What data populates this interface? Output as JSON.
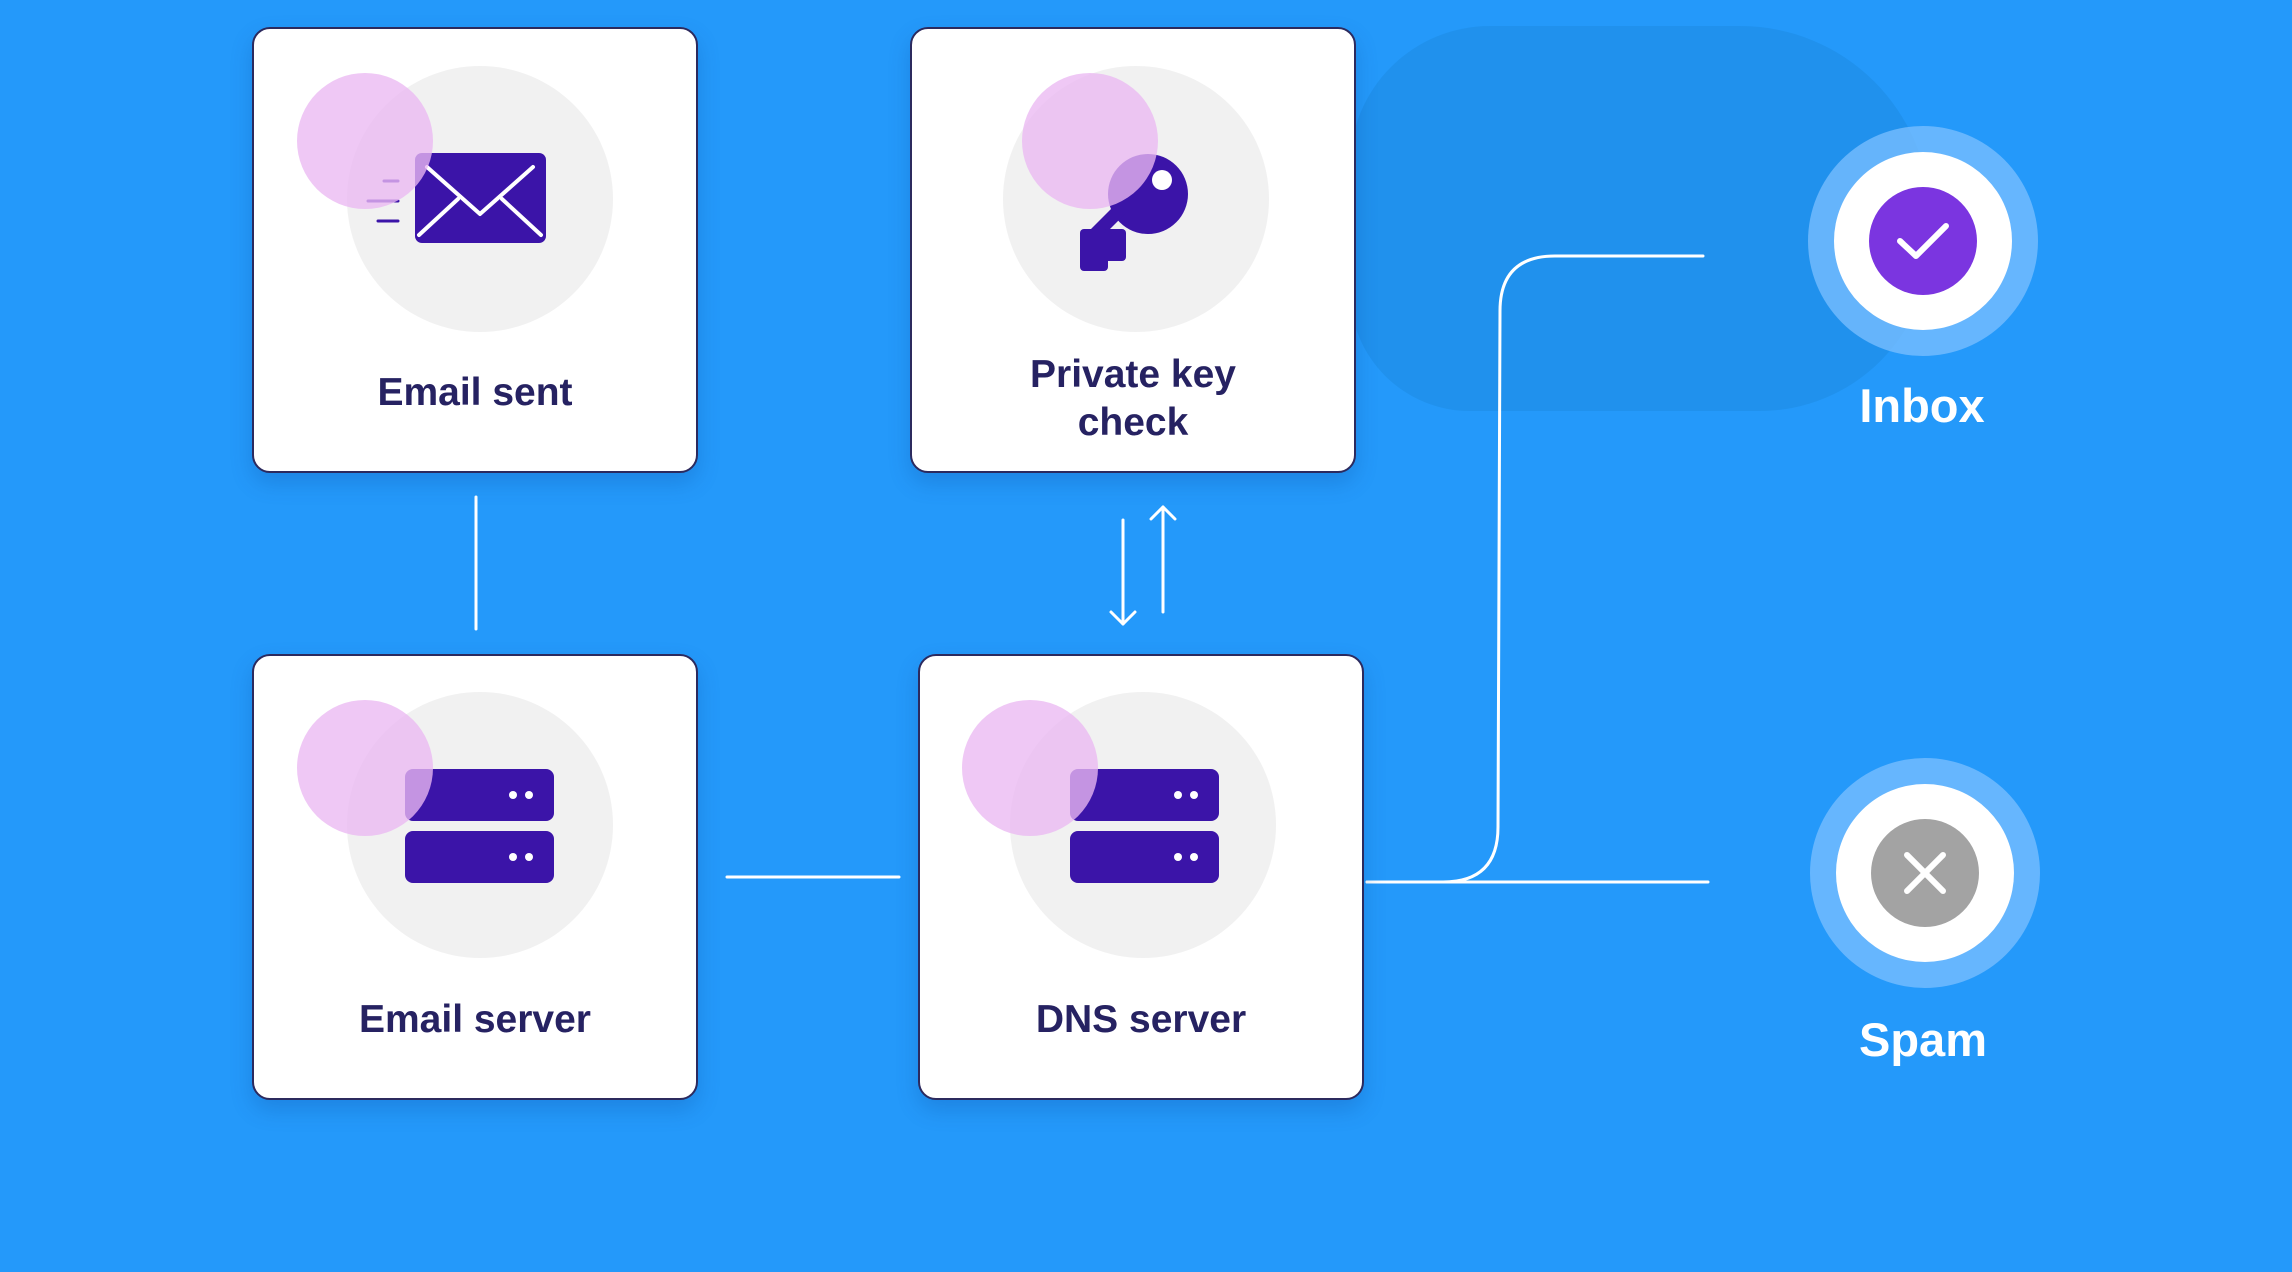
{
  "nodes": {
    "email_sent": {
      "label": "Email sent",
      "icon": "envelope-icon"
    },
    "private_key_check": {
      "label": "Private key\ncheck",
      "icon": "key-icon"
    },
    "email_server": {
      "label": "Email server",
      "icon": "server-icon"
    },
    "dns_server": {
      "label": "DNS server",
      "icon": "server-icon"
    }
  },
  "outcomes": {
    "inbox": {
      "label": "Inbox",
      "icon": "check-icon",
      "color": "#7b35e0"
    },
    "spam": {
      "label": "Spam",
      "icon": "x-icon",
      "color": "#a3a3a3"
    }
  },
  "edges": [
    {
      "from": "email_sent",
      "to": "email_server"
    },
    {
      "from": "email_server",
      "to": "dns_server"
    },
    {
      "from": "dns_server",
      "to": "private_key_check"
    },
    {
      "from": "private_key_check",
      "to": "dns_server"
    },
    {
      "from": "dns_server",
      "to": "inbox"
    },
    {
      "from": "dns_server",
      "to": "spam"
    }
  ],
  "colors": {
    "background": "#2499fa",
    "icon_primary": "#3b14a8",
    "icon_accent": "#e9b7f2",
    "text": "#262262"
  }
}
